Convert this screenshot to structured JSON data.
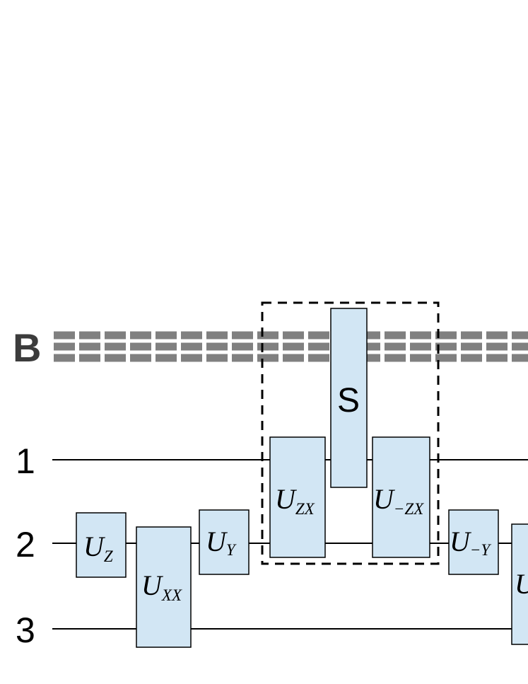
{
  "diagram": {
    "bath_label": "B",
    "wire_labels": [
      "1",
      "2",
      "3"
    ],
    "gates": [
      {
        "id": "uz",
        "symbol": "U",
        "sub": "Z"
      },
      {
        "id": "uxx",
        "symbol": "U",
        "sub": "XX"
      },
      {
        "id": "uy",
        "symbol": "U",
        "sub": "Y"
      },
      {
        "id": "uzx",
        "symbol": "U",
        "sub": "ZX"
      },
      {
        "id": "s",
        "plain": "S"
      },
      {
        "id": "umzx",
        "symbol": "U",
        "sub": "−ZX"
      },
      {
        "id": "umy",
        "symbol": "U",
        "sub": "−Y"
      },
      {
        "id": "ucut",
        "symbol": "U"
      }
    ],
    "colors": {
      "gate_fill": "#d2e6f4",
      "bath_dash": "#808080",
      "bath_label": "#3c3c3c",
      "wire": "#000000"
    }
  }
}
